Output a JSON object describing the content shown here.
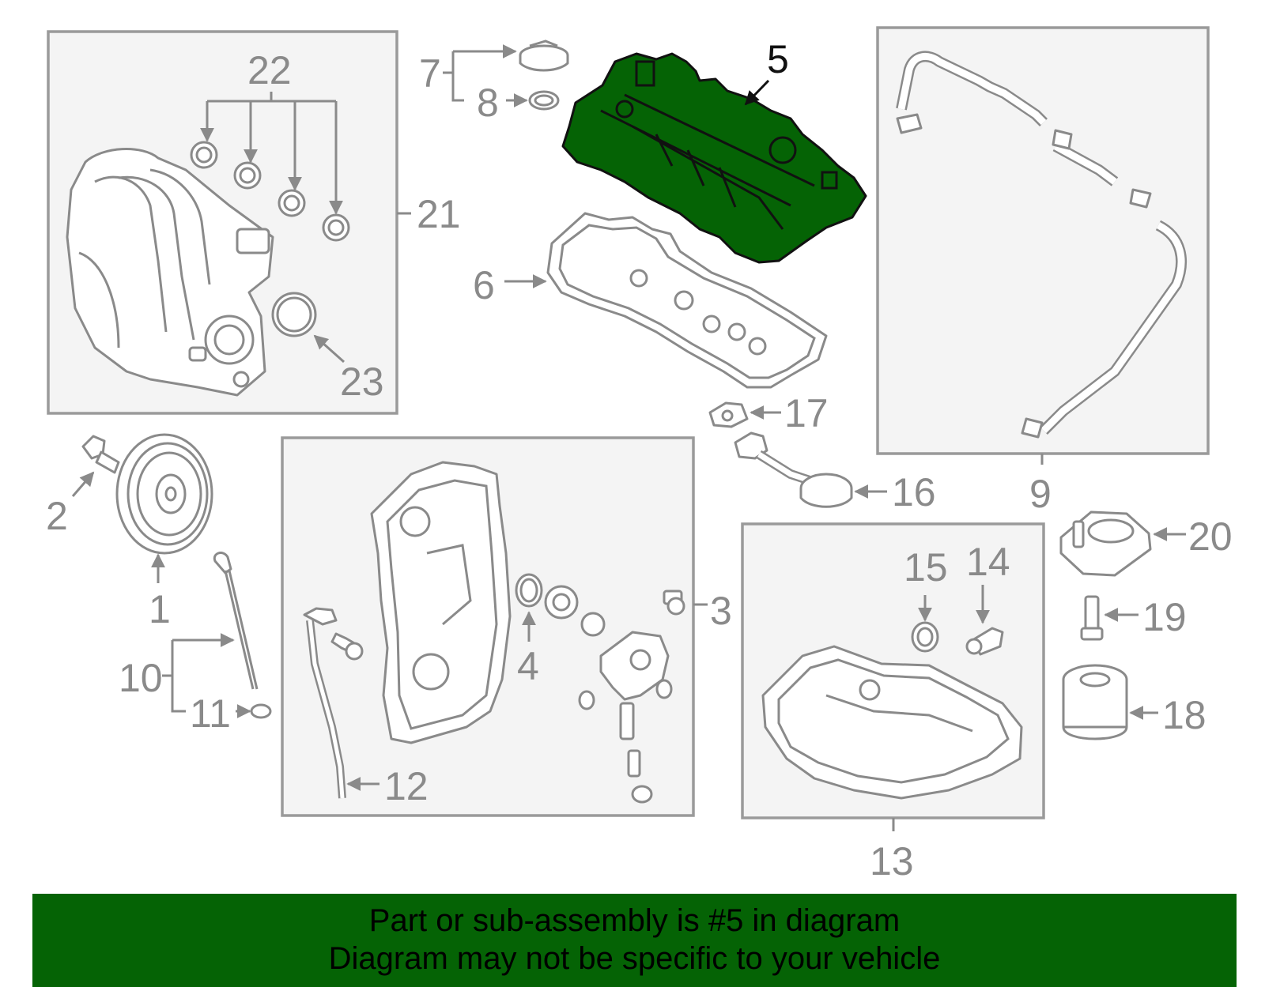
{
  "callouts": {
    "n1": "1",
    "n2": "2",
    "n3": "3",
    "n4": "4",
    "n5": "5",
    "n6": "6",
    "n7": "7",
    "n8": "8",
    "n9": "9",
    "n10": "10",
    "n11": "11",
    "n12": "12",
    "n13": "13",
    "n14": "14",
    "n15": "15",
    "n16": "16",
    "n17": "17",
    "n18": "18",
    "n19": "19",
    "n20": "20",
    "n21": "21",
    "n22": "22",
    "n23": "23"
  },
  "highlight": {
    "color": "#056305",
    "outline": "#111111"
  },
  "banner": {
    "line1": "Part or sub-assembly is #5 in diagram",
    "line2": "Diagram may not be specific to your vehicle",
    "background": "#056305"
  }
}
